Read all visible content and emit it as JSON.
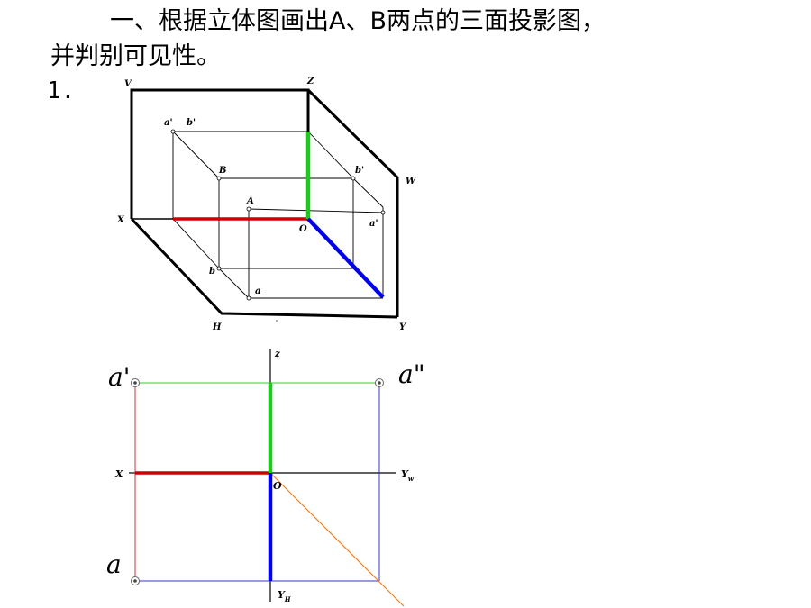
{
  "title": {
    "line1": "一、根据立体图画出A、B两点的三面投影图，",
    "line2": "并判别可见性。"
  },
  "problem_number": "1.",
  "pictorial": {
    "labels": {
      "V": "V",
      "Z": "Z",
      "W": "W",
      "X": "X",
      "H": "H",
      "Y": "Y",
      "O": "O",
      "a_prime_top": "a'",
      "b_prime_top": "b'",
      "B": "B",
      "b_prime_w": "b'",
      "A": "A",
      "a_double_prime": "a'",
      "b": "b",
      "a": "a"
    }
  },
  "projection": {
    "labels": {
      "z": "z",
      "X": "X",
      "Yw": "Y",
      "Yw_sub": "w",
      "O": "O",
      "YH": "Y",
      "YH_sub": "H",
      "a_prime": "a'",
      "a_double_prime": "a\"",
      "a": "a"
    }
  },
  "colors": {
    "x_axis": "#cc0000",
    "z_axis": "#1ec81e",
    "y_axis": "#0000ee",
    "front_frame": "#cc3333",
    "top_frame": "#33cc33",
    "side_frame": "#3333cc",
    "diagonal": "#ff7f1e"
  }
}
